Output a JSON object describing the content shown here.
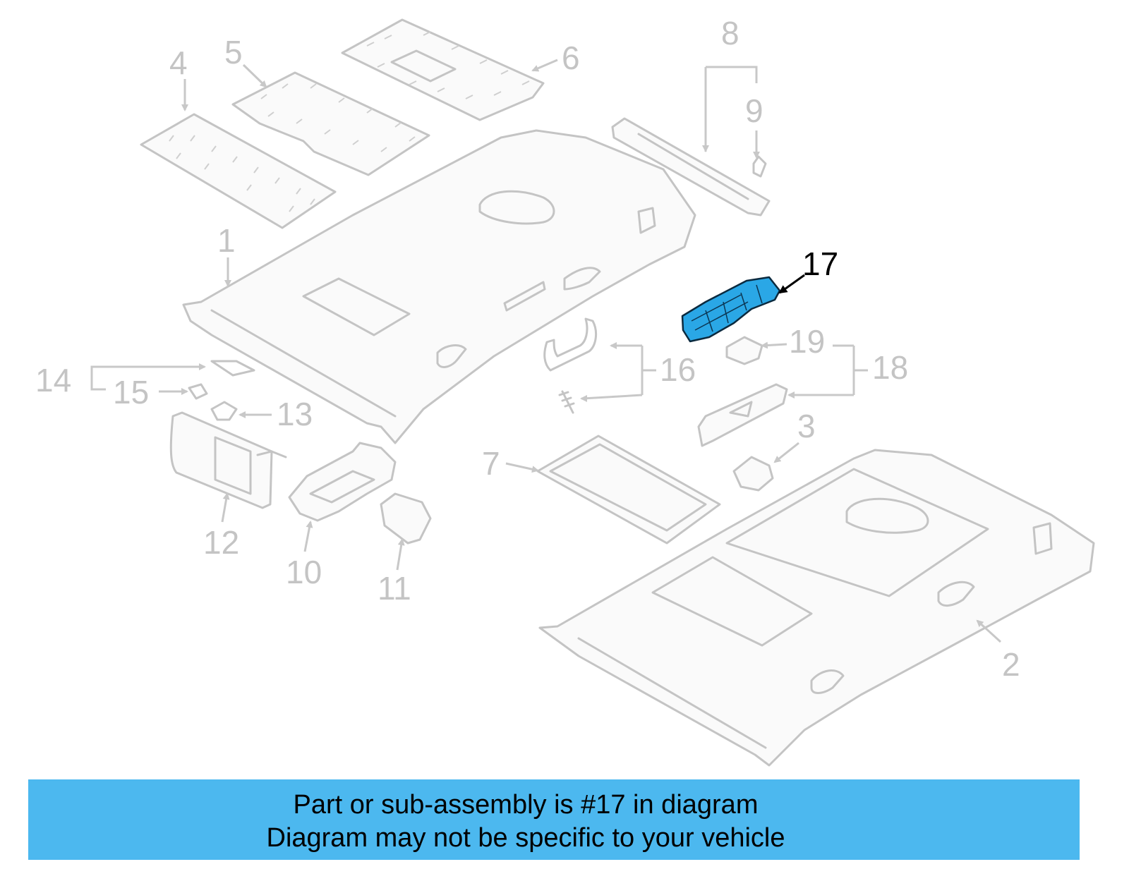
{
  "callouts": [
    "1",
    "2",
    "3",
    "4",
    "5",
    "6",
    "7",
    "8",
    "9",
    "10",
    "11",
    "12",
    "13",
    "14",
    "15",
    "16",
    "17",
    "18",
    "19"
  ],
  "highlighted_callout": "17",
  "colors": {
    "highlight_fill": "#2aa7e6",
    "banner_background": "#4cb8ef",
    "inactive_lines": "#c4c4c4",
    "active_lines": "#000000"
  },
  "banner": {
    "line1": "Part or sub-assembly is #17 in diagram",
    "line2": "Diagram may not be specific to your vehicle"
  }
}
